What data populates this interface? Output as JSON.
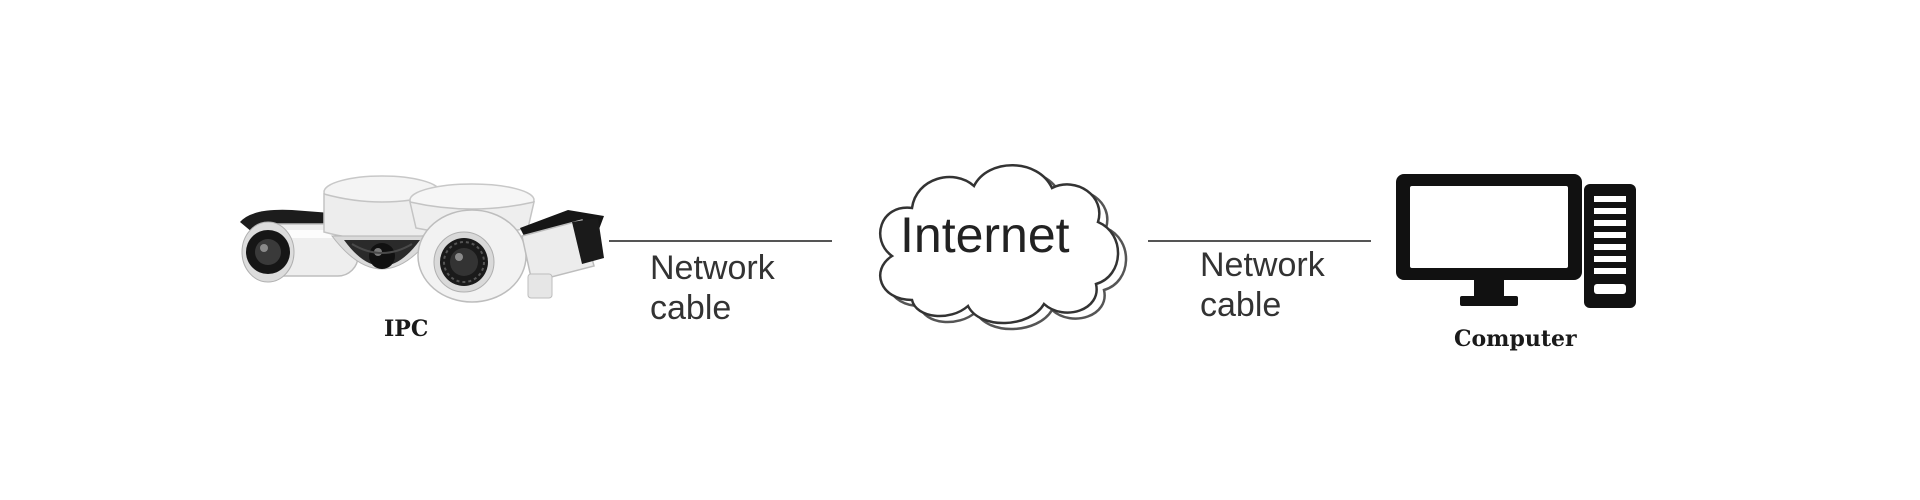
{
  "nodes": {
    "ipc": {
      "label": "IPC"
    },
    "internet": {
      "label": "Internet"
    },
    "computer": {
      "label": "Computer"
    }
  },
  "links": [
    {
      "from": "ipc",
      "to": "internet",
      "label_line1": "Network",
      "label_line2": "cable"
    },
    {
      "from": "internet",
      "to": "computer",
      "label_line1": "Network",
      "label_line2": "cable"
    }
  ],
  "colors": {
    "line": "#555555",
    "device_white": "#f2f2f2",
    "device_dark": "#1c1c1c",
    "cloud_stroke": "#444444"
  },
  "icons": [
    "camera-group-icon",
    "cloud-icon",
    "desktop-computer-icon"
  ]
}
